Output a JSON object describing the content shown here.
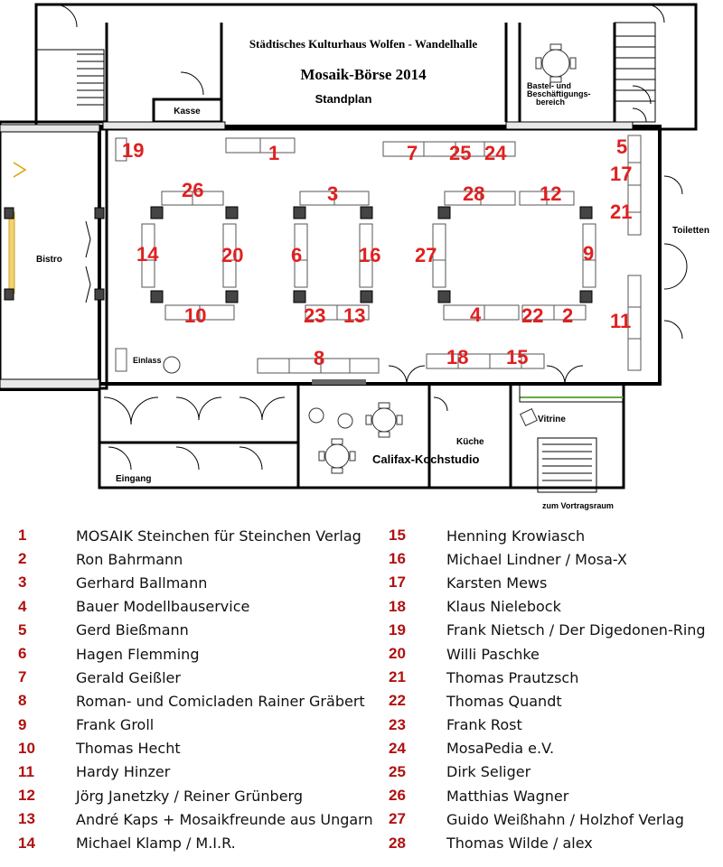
{
  "header": {
    "line1": "Städtisches Kulturhaus Wolfen - Wandelhalle",
    "line2": "Mosaik-Börse 2014",
    "line3": "Standplan"
  },
  "rooms": {
    "kasse": "Kasse",
    "bastel1": "Bastel- und",
    "bastel2": "Beschäftigungs-",
    "bastel3": "bereich",
    "bistro": "Bistro",
    "toiletten": "Toiletten",
    "einlass": "Einlass",
    "eingang": "Eingang",
    "kueche": "Küche",
    "kochstudio": "Califax-Kochstudio",
    "vitrine": "Vitrine",
    "vortrag": "zum Vortragsraum"
  },
  "stands": {
    "s1": "1",
    "s2": "2",
    "s3": "3",
    "s4": "4",
    "s5": "5",
    "s6": "6",
    "s7": "7",
    "s8": "8",
    "s9": "9",
    "s10": "10",
    "s11": "11",
    "s12": "12",
    "s13": "13",
    "s14": "14",
    "s15": "15",
    "s16": "16",
    "s17": "17",
    "s18": "18",
    "s19": "19",
    "s20": "20",
    "s21": "21",
    "s22": "22",
    "s23": "23",
    "s24": "24",
    "s25": "25",
    "s26": "26",
    "s27": "27",
    "s28": "28"
  },
  "legend": {
    "left": [
      {
        "num": "1",
        "name": "MOSAIK Steinchen für Steinchen Verlag"
      },
      {
        "num": "2",
        "name": "Ron Bahrmann"
      },
      {
        "num": "3",
        "name": "Gerhard Ballmann"
      },
      {
        "num": "4",
        "name": "Bauer Modellbauservice"
      },
      {
        "num": "5",
        "name": "Gerd Bießmann"
      },
      {
        "num": "6",
        "name": "Hagen Flemming"
      },
      {
        "num": "7",
        "name": "Gerald Geißler"
      },
      {
        "num": "8",
        "name": "Roman- und Comicladen Rainer Gräbert"
      },
      {
        "num": "9",
        "name": "Frank Groll"
      },
      {
        "num": "10",
        "name": "Thomas Hecht"
      },
      {
        "num": "11",
        "name": "Hardy Hinzer"
      },
      {
        "num": "12",
        "name": "Jörg Janetzky / Reiner Grünberg"
      },
      {
        "num": "13",
        "name": "André Kaps + Mosaikfreunde aus Ungarn"
      },
      {
        "num": "14",
        "name": "Michael Klamp / M.I.R."
      }
    ],
    "right": [
      {
        "num": "15",
        "name": "Henning Krowiasch"
      },
      {
        "num": "16",
        "name": "Michael Lindner / Mosa-X"
      },
      {
        "num": "17",
        "name": "Karsten Mews"
      },
      {
        "num": "18",
        "name": "Klaus Nielebock"
      },
      {
        "num": "19",
        "name": "Frank Nietsch / Der Digedonen-Ring"
      },
      {
        "num": "20",
        "name": "Willi Paschke"
      },
      {
        "num": "21",
        "name": "Thomas Prautzsch"
      },
      {
        "num": "22",
        "name": "Thomas Quandt"
      },
      {
        "num": "23",
        "name": "Frank Rost"
      },
      {
        "num": "24",
        "name": "MosaPedia e.V."
      },
      {
        "num": "25",
        "name": "Dirk Seliger"
      },
      {
        "num": "26",
        "name": "Matthias Wagner"
      },
      {
        "num": "27",
        "name": "Guido Weißhahn / Holzhof Verlag"
      },
      {
        "num": "28",
        "name": "Thomas Wilde / alex"
      }
    ]
  }
}
